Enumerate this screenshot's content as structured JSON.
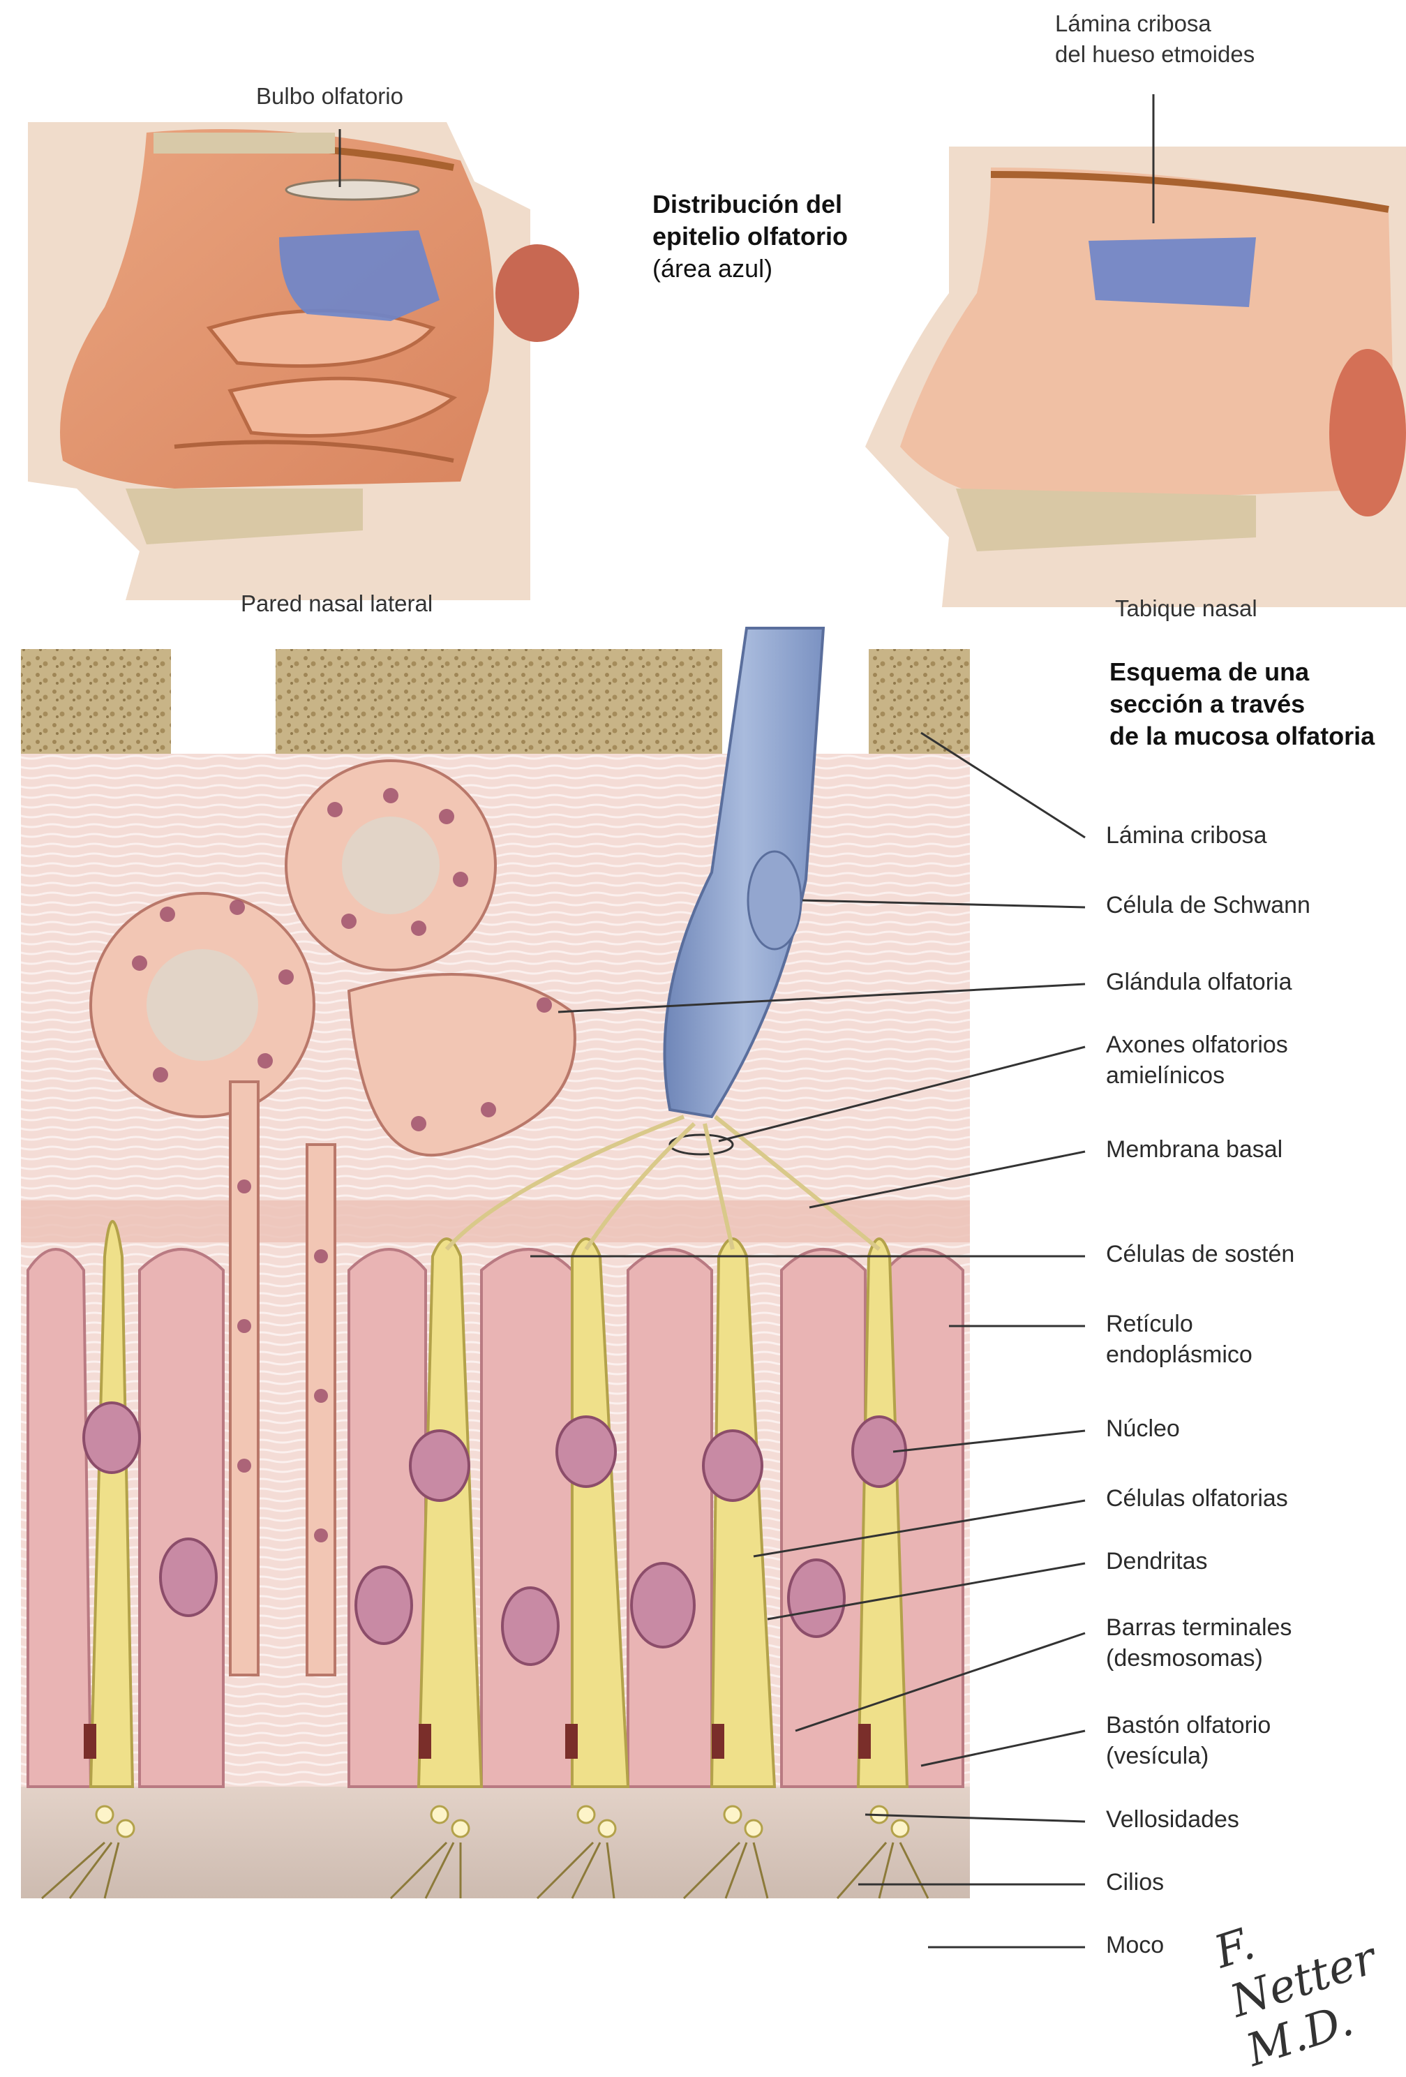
{
  "top": {
    "heading": {
      "line1": "Distribución del",
      "line2": "epitelio olfatorio",
      "line3": "(área azul)"
    },
    "left_panel": {
      "label": "Bulbo olfatorio",
      "caption": "Pared nasal lateral"
    },
    "right_panel": {
      "label_line1": "Lámina cribosa",
      "label_line2": "del hueso etmoides",
      "caption": "Tabique nasal"
    }
  },
  "section": {
    "heading": {
      "line1": "Esquema de una",
      "line2": "sección a través",
      "line3": "de la mucosa olfatoria"
    },
    "labels": [
      {
        "id": "lamina-cribosa",
        "lines": [
          "Lámina cribosa"
        ]
      },
      {
        "id": "celula-schwann",
        "lines": [
          "Célula de Schwann"
        ]
      },
      {
        "id": "glandula-olfatoria",
        "lines": [
          "Glándula olfatoria"
        ]
      },
      {
        "id": "axones-olfatorios",
        "lines": [
          "Axones olfatorios",
          "amielínicos"
        ]
      },
      {
        "id": "membrana-basal",
        "lines": [
          "Membrana basal"
        ]
      },
      {
        "id": "celulas-sosten",
        "lines": [
          "Células de sostén"
        ]
      },
      {
        "id": "reticulo-endoplasmico",
        "lines": [
          "Retículo",
          "endoplásmico"
        ]
      },
      {
        "id": "nucleo",
        "lines": [
          "Núcleo"
        ]
      },
      {
        "id": "celulas-olfatorias",
        "lines": [
          "Células olfatorias"
        ]
      },
      {
        "id": "dendritas",
        "lines": [
          "Dendritas"
        ]
      },
      {
        "id": "barras-terminales",
        "lines": [
          "Barras terminales",
          "(desmosomas)"
        ]
      },
      {
        "id": "baston-olfatorio",
        "lines": [
          "Bastón olfatorio",
          "(vesícula)"
        ]
      },
      {
        "id": "vellosidades",
        "lines": [
          "Vellosidades"
        ]
      },
      {
        "id": "cilios",
        "lines": [
          "Cilios"
        ]
      },
      {
        "id": "moco",
        "lines": [
          "Moco"
        ]
      }
    ]
  },
  "signature": "F. Netter M.D.",
  "colors": {
    "olfactory_area": "#6f86c9",
    "mucosa": "#f3d8d2",
    "bone": "#c9b48a",
    "supporting_cell": "#e9b4b4",
    "olfactory_cell": "#efe08a",
    "gland": "#f2c6b4",
    "nerve_sheath": "#8fa6cc",
    "mucus": "#d8c7bb",
    "leader_line": "#333333"
  }
}
